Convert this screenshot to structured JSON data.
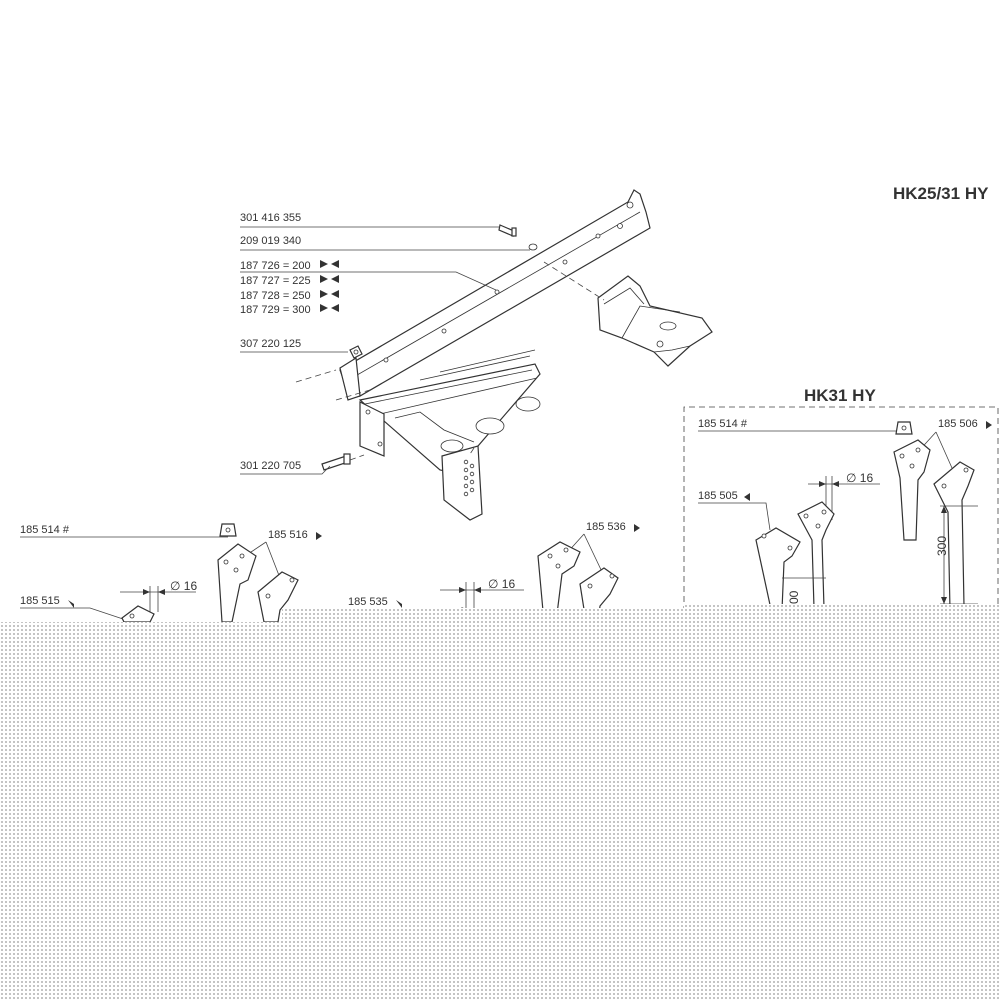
{
  "titles": {
    "main": "HK25/31 HY",
    "sub": "HK31 HY"
  },
  "labels": {
    "l301416355": "301 416 355",
    "l209019340": "209 019 340",
    "l187726": "187 726 = 200",
    "l187727": "187 727 = 225",
    "l187728": "187 728 = 250",
    "l187729": "187 729 = 300",
    "l307220125": "307 220 125",
    "l301220705": "301 220 705",
    "l185514a": "185 514 #",
    "l185516": "185 516",
    "l185515": "185 515",
    "l185535": "185 535",
    "l185536": "185 536",
    "l185514b": "185 514 #",
    "l185506": "185 506",
    "l185505": "185 505"
  },
  "dimensions": {
    "d16a": "∅ 16",
    "d16b": "∅ 16",
    "d16c": "∅ 16",
    "d300": "300",
    "d00": "00"
  },
  "colors": {
    "line": "#333333",
    "halftone_dot": "#9a9a9a",
    "background": "#ffffff"
  }
}
